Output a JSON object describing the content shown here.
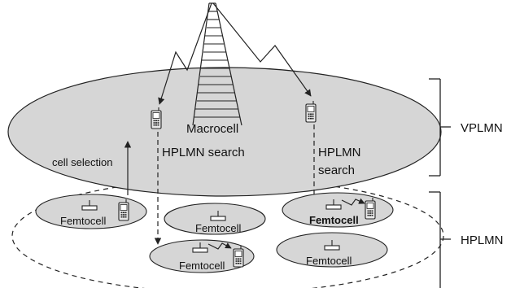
{
  "labels": {
    "macrocell": "Macrocell",
    "hplmn_search_left": "HPLMN search",
    "hplmn_search_right_line1": "HPLMN",
    "hplmn_search_right_line2": "search",
    "cell_selection": "cell selection",
    "vplmn": "VPLMN",
    "hplmn": "HPLMN"
  },
  "femtocells": [
    {
      "label": "Femtocell"
    },
    {
      "label": "Femtocell"
    },
    {
      "label": "Femtocell"
    },
    {
      "label": "Femtocell"
    },
    {
      "label": "Femtocell"
    }
  ],
  "colors": {
    "cell_fill": "#d6d6d6",
    "stroke": "#222222"
  }
}
